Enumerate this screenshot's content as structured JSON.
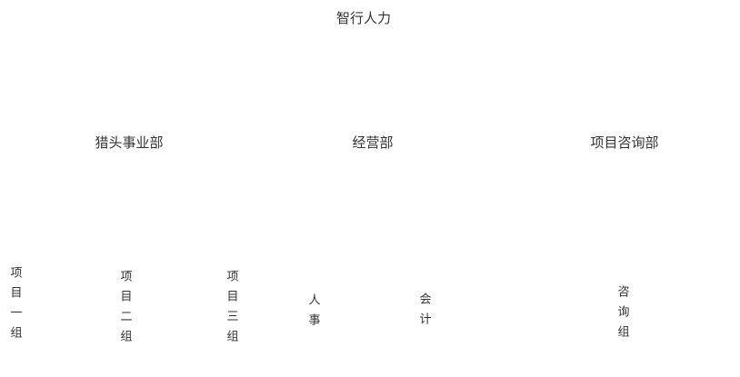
{
  "page": {
    "background_color": "#ffffff",
    "text_color": "#333333"
  },
  "org_chart": {
    "type": "tree",
    "orientation": "top-down",
    "root": {
      "label": "智行人力"
    },
    "departments": [
      {
        "label": "猎头事业部",
        "children": [
          {
            "label": "项目一组"
          },
          {
            "label": "项目二组"
          },
          {
            "label": "项目三组"
          }
        ]
      },
      {
        "label": "经营部",
        "children": [
          {
            "label": "人事"
          },
          {
            "label": "会计"
          }
        ]
      },
      {
        "label": "项目咨询部",
        "children": [
          {
            "label": "咨询组"
          }
        ]
      }
    ]
  }
}
